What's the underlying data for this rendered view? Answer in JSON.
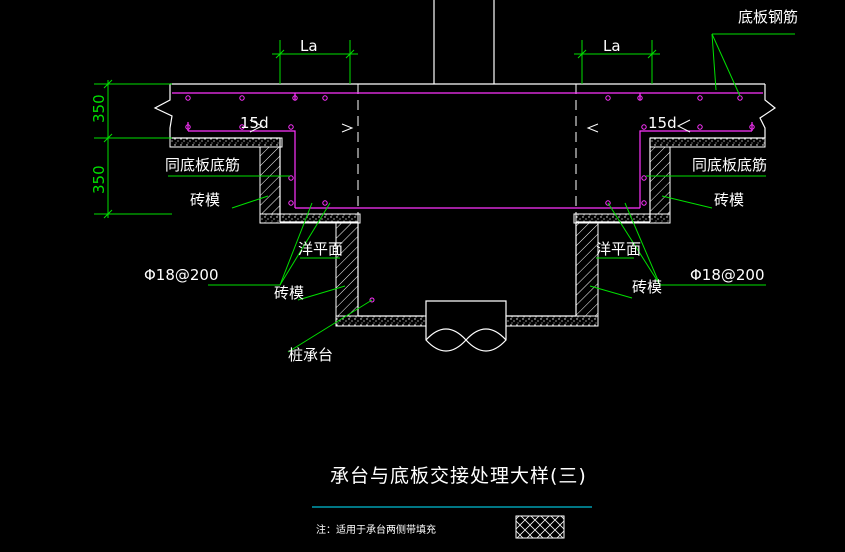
{
  "labels": {
    "la_left": "La",
    "la_right": "La",
    "bottom_plate_rebar": "底板钢筋",
    "dim_upper": "350",
    "dim_lower": "350",
    "hook_left": "15d",
    "hook_right": "15d",
    "same_as_bottom_left": "同底板底筋",
    "same_as_bottom_right": "同底板底筋",
    "brick_form_upper_left": "砖模",
    "brick_form_upper_right": "砖模",
    "slope_face_left": "洋平面",
    "slope_face_right": "洋平面",
    "rebar_spec_left": "Φ18@200",
    "rebar_spec_right": "Φ18@200",
    "brick_form_lower_left": "砖模",
    "brick_form_lower_right": "砖模",
    "pile_cap": "桩承台"
  },
  "title": "承台与底板交接处理大样(三)",
  "note": "注：适用于承台两侧带填充",
  "colors": {
    "background": "#000000",
    "outline": "#ffffff",
    "rebar": "#ff33ff",
    "dimension": "#00e000",
    "leader": "#00e000",
    "hatch": "#ffffff",
    "cyan_line": "#00bcd4",
    "centerline": "#ffffff"
  }
}
